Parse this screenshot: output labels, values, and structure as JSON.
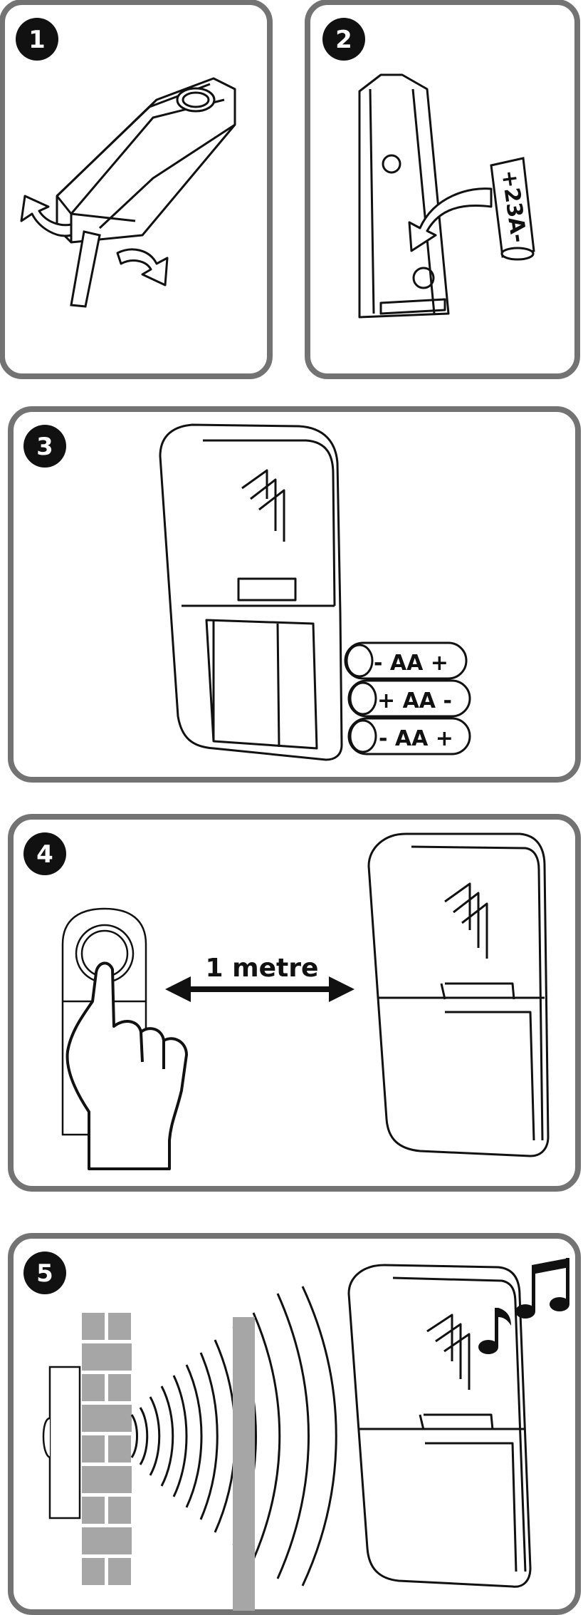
{
  "steps": [
    {
      "number": "1"
    },
    {
      "number": "2",
      "battery_label": "+23A-"
    },
    {
      "number": "3",
      "battery_labels": [
        "- AA +",
        "+ AA -",
        "- AA +"
      ]
    },
    {
      "number": "4",
      "distance_label": "1 metre"
    },
    {
      "number": "5"
    }
  ],
  "colors": {
    "panel_border": "#737373",
    "line": "#111111",
    "wall": "#a6a6a6",
    "badge": "#111111"
  },
  "icons": [
    "screwdriver-icon",
    "arrow-icon",
    "battery-icon",
    "hand-icon",
    "music-note-icon",
    "signal-wave-icon"
  ]
}
